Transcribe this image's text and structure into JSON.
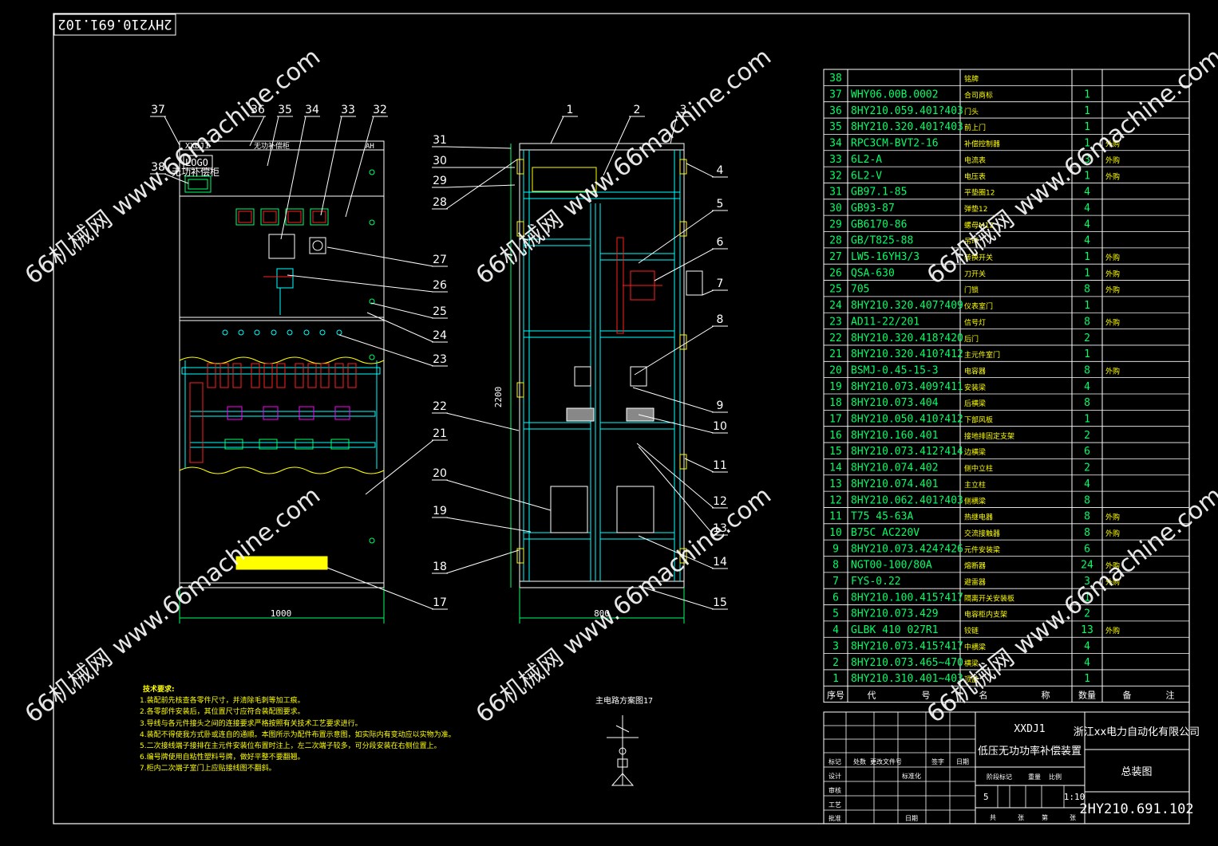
{
  "drawing_number": "2HY210.691.102",
  "cabinet_model": "XXDJ1",
  "product_name": "低压无功功率补偿装置",
  "company": "浙江xx电力自动化有限公司",
  "drawing_title": "总装图",
  "scale": "1:10",
  "sheet_count": "5",
  "front_view": {
    "top_label": "XXDJ1",
    "top_title": "无功补偿柜",
    "top_right": "AH",
    "logo": "LOGO",
    "width_dim": "1000",
    "height_dim": "2200"
  },
  "side_view": {
    "width_dim": "800"
  },
  "callouts_front": [
    "36",
    "35",
    "34",
    "33",
    "32",
    "37",
    "38",
    "27",
    "26",
    "25",
    "24",
    "23",
    "22",
    "21",
    "20",
    "19",
    "18",
    "17"
  ],
  "callouts_side": [
    "1",
    "2",
    "3",
    "31",
    "30",
    "29",
    "28",
    "4",
    "5",
    "6",
    "7",
    "8",
    "9",
    "10",
    "11",
    "12",
    "13",
    "14",
    "15"
  ],
  "schematic_title": "主电路方案图17",
  "notes": {
    "title": "技术要求:",
    "items": [
      "1.装配前先核查各零件尺寸，并清除毛刺等加工痕。",
      "2.各零部件安装后，其位置尺寸应符合装配图要求。",
      "3.导线与各元件接头之间的连接要求严格按照有关技术工艺要求进行。",
      "4.装配不得使我方式卧或连自的通顺。本图所示为配件布置示意图，如实际内有变动应以实物为准。",
      "5.二次接线端子接排在主元件安装位布置时注上，左二次端子较多，可分段安装在右侧位置上。",
      "6.编号牌使用自粘性塑料号牌，做好平整不要翻翘。",
      "7.柜内二次端子室门上应贴接线图不翻斜。"
    ]
  },
  "bom": {
    "headers": [
      "序号",
      "代",
      "号",
      "名",
      "称",
      "数量",
      "备",
      "注"
    ],
    "rows": [
      [
        "38",
        "",
        "",
        "铭牌",
        "",
        "",
        ""
      ],
      [
        "37",
        "WHY06.00B.0002",
        "",
        "合司商标",
        "",
        "1",
        ""
      ],
      [
        "36",
        "8HY210.059.401?403",
        "",
        "门头",
        "",
        "1",
        ""
      ],
      [
        "35",
        "8HY210.320.401?403",
        "",
        "前上门",
        "",
        "1",
        ""
      ],
      [
        "34",
        "RPC3CM-BVT2-16",
        "",
        "补偿控制器",
        "",
        "1",
        "外购"
      ],
      [
        "33",
        "6L2-A",
        "",
        "电流表",
        "",
        "3",
        "外购"
      ],
      [
        "32",
        "6L2-V",
        "",
        "电压表",
        "",
        "1",
        "外购"
      ],
      [
        "31",
        "GB97.1-85",
        "",
        "平垫圈12",
        "",
        "4",
        ""
      ],
      [
        "30",
        "GB93-87",
        "",
        "弹垫12",
        "",
        "4",
        ""
      ],
      [
        "29",
        "GB6170-86",
        "",
        "螺母M12",
        "",
        "4",
        ""
      ],
      [
        "28",
        "GB/T825-88",
        "",
        "吊环",
        "",
        "4",
        ""
      ],
      [
        "27",
        "LW5-16YH3/3",
        "",
        "转换开关",
        "",
        "1",
        "外购"
      ],
      [
        "26",
        "QSA-630",
        "",
        "刀开关",
        "",
        "1",
        "外购"
      ],
      [
        "25",
        "705",
        "",
        "门锁",
        "",
        "8",
        "外购"
      ],
      [
        "24",
        "8HY210.320.407?409",
        "",
        "仪表室门",
        "",
        "1",
        ""
      ],
      [
        "23",
        "AD11-22/201",
        "",
        "信号灯",
        "",
        "8",
        "外购"
      ],
      [
        "22",
        "8HY210.320.418?420",
        "",
        "后门",
        "",
        "2",
        ""
      ],
      [
        "21",
        "8HY210.320.410?412",
        "",
        "主元件室门",
        "",
        "1",
        ""
      ],
      [
        "20",
        "BSMJ-0.45-15-3",
        "",
        "电容器",
        "",
        "8",
        "外购"
      ],
      [
        "19",
        "8HY210.073.409?411",
        "",
        "安装梁",
        "",
        "4",
        ""
      ],
      [
        "18",
        "8HY210.073.404",
        "",
        "后横梁",
        "",
        "8",
        ""
      ],
      [
        "17",
        "8HY210.050.410?412",
        "",
        "下部风板",
        "",
        "1",
        ""
      ],
      [
        "16",
        "8HY210.160.401",
        "",
        "接地排固定支架",
        "",
        "2",
        ""
      ],
      [
        "15",
        "8HY210.073.412?414",
        "",
        "边横梁",
        "",
        "6",
        ""
      ],
      [
        "14",
        "8HY210.074.402",
        "",
        "侧中立柱",
        "",
        "2",
        ""
      ],
      [
        "13",
        "8HY210.074.401",
        "",
        "主立柱",
        "",
        "4",
        ""
      ],
      [
        "12",
        "8HY210.062.401?403",
        "",
        "侧横梁",
        "",
        "8",
        ""
      ],
      [
        "11",
        "T75   45-63A",
        "",
        "热继电器",
        "",
        "8",
        "外购"
      ],
      [
        "10",
        "B75C AC220V",
        "",
        "交流接触器",
        "",
        "8",
        "外购"
      ],
      [
        "9",
        "8HY210.073.424?426",
        "",
        "元件安装梁",
        "",
        "6",
        ""
      ],
      [
        "8",
        "NGT00-100/80A",
        "",
        "熔断器",
        "",
        "24",
        "外购"
      ],
      [
        "7",
        "FYS-0.22",
        "",
        "避雷器",
        "",
        "3",
        "外购"
      ],
      [
        "6",
        "8HY210.100.415?417",
        "",
        "隔离开关安装板",
        "",
        "1",
        ""
      ],
      [
        "5",
        "8HY210.073.429",
        "",
        "电容柜内支架",
        "",
        "2",
        ""
      ],
      [
        "4",
        "GLBK 410 027R1",
        "",
        "铰链",
        "",
        "13",
        "外购"
      ],
      [
        "3",
        "8HY210.073.415?417",
        "",
        "中横梁",
        "",
        "4",
        ""
      ],
      [
        "2",
        "8HY210.073.465~470",
        "",
        "横梁",
        "",
        "4",
        ""
      ],
      [
        "1",
        "8HY210.310.401~403",
        "",
        "顶盖",
        "",
        "1",
        ""
      ]
    ]
  },
  "title_block": {
    "row_labels": [
      "标记",
      "设计",
      "审核",
      "工艺",
      "批准"
    ],
    "col_labels": [
      "处数",
      "更改文件号",
      "签字",
      "日期"
    ],
    "std": "标准化",
    "date": "日期",
    "stage": "阶段标记",
    "weight": "重量",
    "ratio": "比例",
    "sheets": "共",
    "sheet": "张",
    "page": "第"
  },
  "watermark": "66机械网 www.66machine.com",
  "colors": {
    "frame": "#ffffff",
    "cad_green": "#00ff66",
    "cad_cyan": "#00ffff",
    "cad_yellow": "#ffff00",
    "cad_red": "#ff2020",
    "cad_magenta": "#ff00ff"
  }
}
